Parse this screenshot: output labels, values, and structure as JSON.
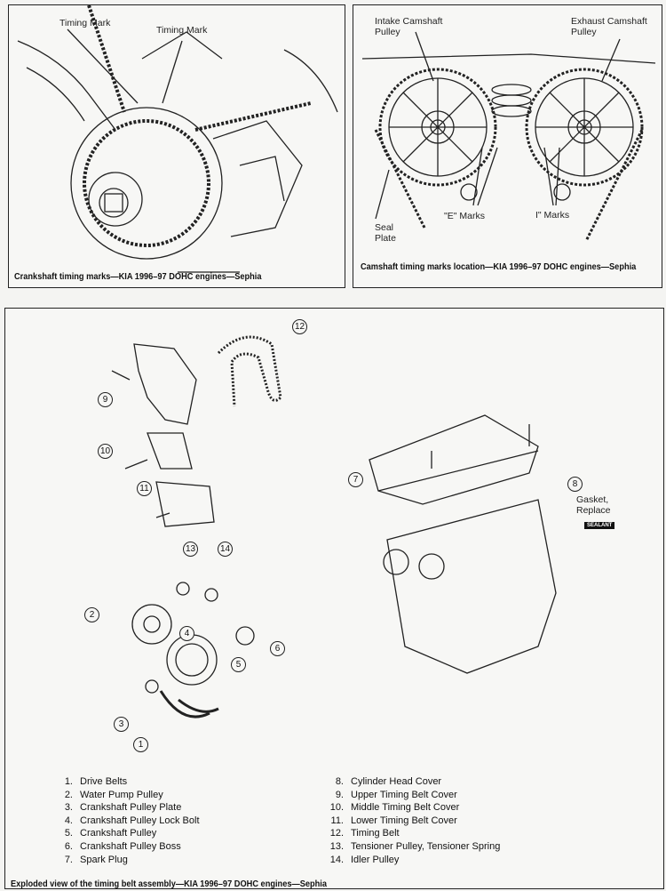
{
  "crank_panel": {
    "label_left": "Timing Mark",
    "label_right": "Timing Mark",
    "caption": "Crankshaft timing marks—KIA 1996–97 DOHC engines—Sephia"
  },
  "cam_panel": {
    "intake_label": "Intake Camshaft Pulley",
    "exhaust_label": "Exhaust Camshaft Pulley",
    "e_marks": "\"E\" Marks",
    "i_marks": "I\" Marks",
    "seal_plate": "Seal Plate",
    "caption": "Camshaft timing marks location—KIA 1996–97 DOHC engines—Sephia"
  },
  "exploded": {
    "callouts": [
      "1",
      "2",
      "3",
      "4",
      "5",
      "6",
      "7",
      "8",
      "9",
      "10",
      "11",
      "12",
      "13",
      "14"
    ],
    "gasket_label": "Gasket, Replace",
    "sealant_label": "SEALANT",
    "legend": [
      {
        "n": "1.",
        "t": "Drive Belts"
      },
      {
        "n": "2.",
        "t": "Water Pump Pulley"
      },
      {
        "n": "3.",
        "t": "Crankshaft Pulley Plate"
      },
      {
        "n": "4.",
        "t": "Crankshaft Pulley Lock Bolt"
      },
      {
        "n": "5.",
        "t": "Crankshaft Pulley"
      },
      {
        "n": "6.",
        "t": "Crankshaft Pulley Boss"
      },
      {
        "n": "7.",
        "t": "Spark Plug"
      },
      {
        "n": "8.",
        "t": "Cylinder Head Cover"
      },
      {
        "n": "9.",
        "t": "Upper Timing Belt Cover"
      },
      {
        "n": "10.",
        "t": "Middle Timing Belt Cover"
      },
      {
        "n": "11.",
        "t": "Lower Timing Belt Cover"
      },
      {
        "n": "12.",
        "t": "Timing Belt"
      },
      {
        "n": "13.",
        "t": "Tensioner Pulley, Tensioner Spring"
      },
      {
        "n": "14.",
        "t": "Idler Pulley"
      }
    ],
    "caption": "Exploded view of the timing belt assembly—KIA 1996–97 DOHC engines—Sephia"
  }
}
